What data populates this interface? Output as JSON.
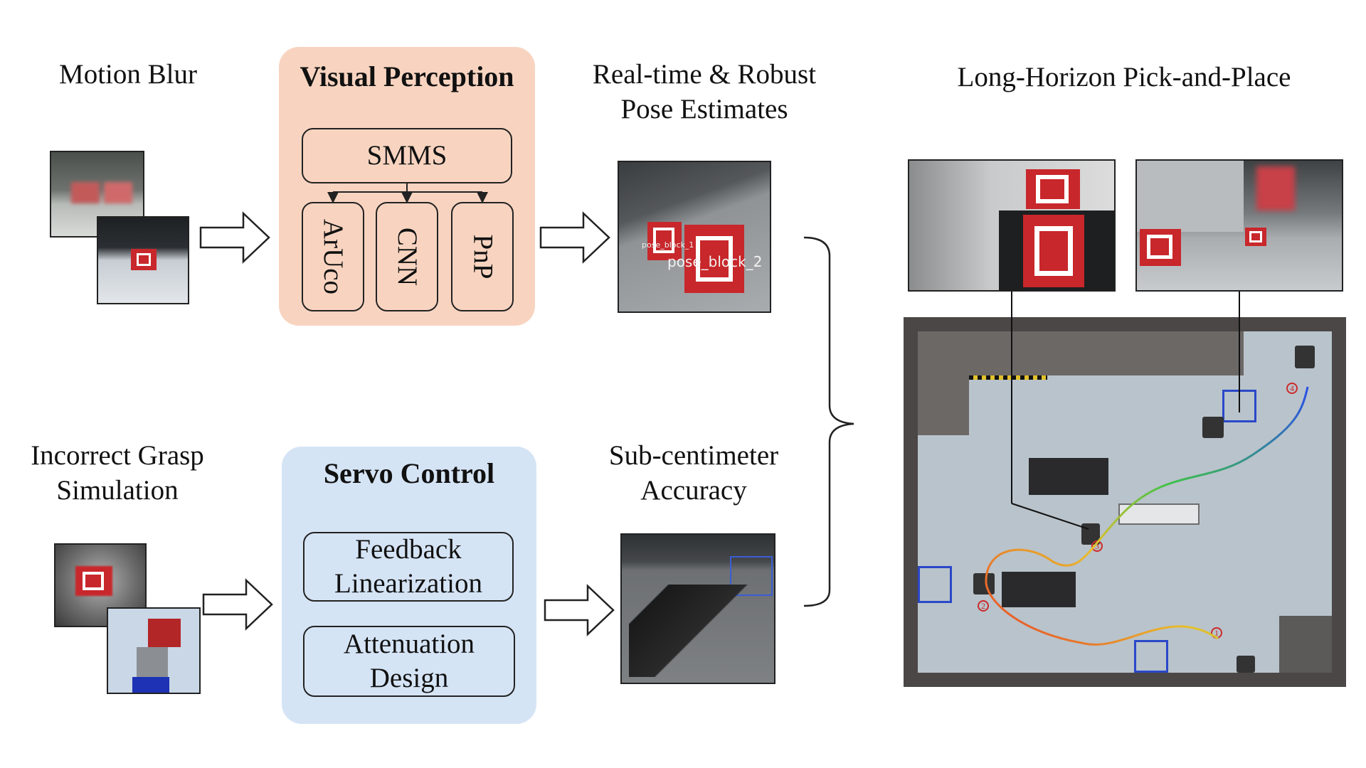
{
  "captions": {
    "motion_blur": "Motion Blur",
    "pose_line1": "Real-time & Robust",
    "pose_line2": "Pose Estimates",
    "long_horizon": "Long-Horizon Pick-and-Place",
    "grasp_line1": "Incorrect Grasp",
    "grasp_line2": "Simulation",
    "accuracy_line1": "Sub-centimeter",
    "accuracy_line2": "Accuracy"
  },
  "visual_perception": {
    "title": "Visual Perception",
    "top_box": "SMMS",
    "modules": [
      "ArUco",
      "CNN",
      "PnP"
    ],
    "color": "#f8d4c0"
  },
  "servo_control": {
    "title": "Servo Control",
    "box1_line1": "Feedback",
    "box1_line2": "Linearization",
    "box2_line1": "Attenuation",
    "box2_line2": "Design",
    "color": "#d5e4f5"
  },
  "pose_overlay": {
    "label_small": "pose_block_1",
    "label_large": "pose_block_2"
  },
  "map_waypoints": [
    "1",
    "2",
    "3",
    "4"
  ],
  "marker_color": "#cc2a2a"
}
